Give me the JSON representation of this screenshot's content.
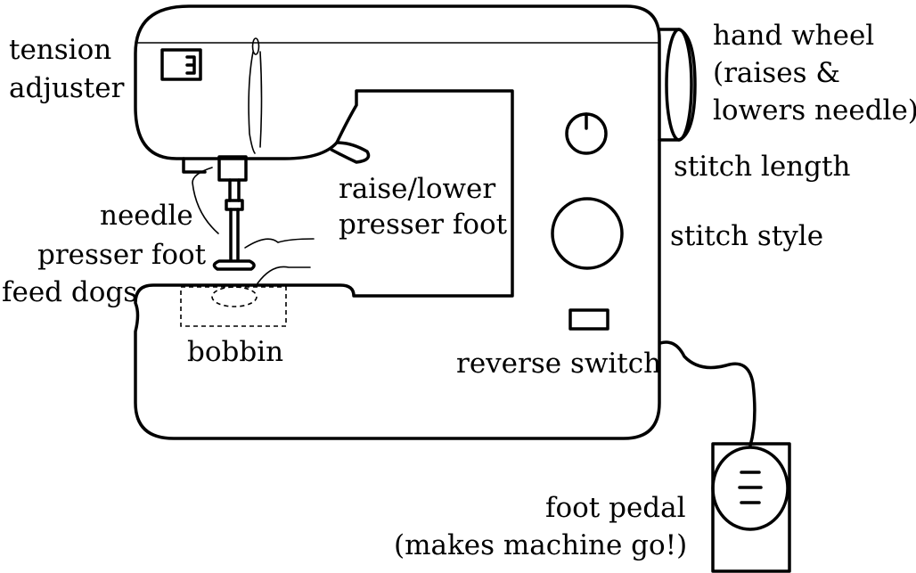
{
  "labels": {
    "tension_1": "tension",
    "tension_2": "adjuster",
    "hand_wheel_1": "hand wheel",
    "hand_wheel_2": "(raises &",
    "hand_wheel_3": "lowers needle)",
    "stitch_length": "stitch length",
    "stitch_style": "stitch style",
    "raise_lower_1": "raise/lower",
    "raise_lower_2": "presser foot",
    "needle": "needle",
    "presser_foot": "presser foot",
    "feed_dogs": "feed dogs",
    "bobbin": "bobbin",
    "reverse_switch": "reverse switch",
    "foot_pedal_1": "foot pedal",
    "foot_pedal_2": "(makes machine go!)"
  }
}
